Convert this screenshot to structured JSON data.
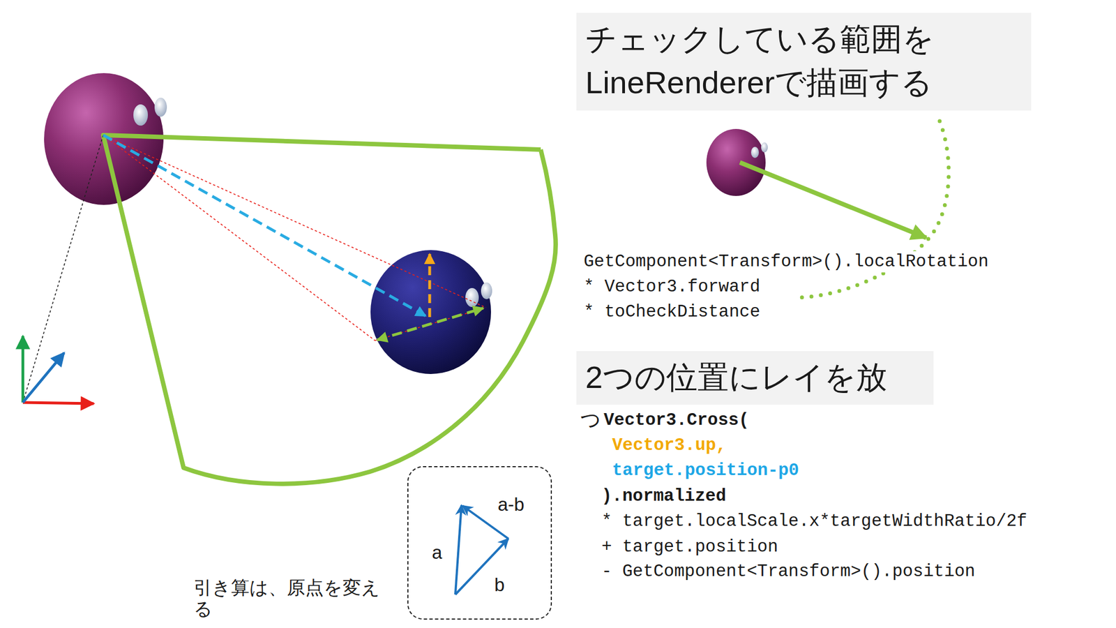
{
  "diagram": {
    "nodes": [
      {
        "text": [
          "チェックしている範囲を LineRendererで描画する"
        ]
      },
      {
        "text": [
          "2つの位置にレイを放"
        ]
      },
      {
        "text": [
          "a-b",
          "a",
          "b"
        ]
      }
    ],
    "labels": [
      "GetComponent<Transform>().localRotation",
      "* Vector3.forward",
      "* toCheckDistance",
      "つ",
      "Vector3.Cross(",
      "Vector3.up,",
      "target.position-p0",
      ").normalized",
      "* target.localScale.x*targetWidthRatio/2f",
      "+ target.position",
      "- GetComponent<Transform>().position",
      "引き算は、原点を変える"
    ]
  }
}
